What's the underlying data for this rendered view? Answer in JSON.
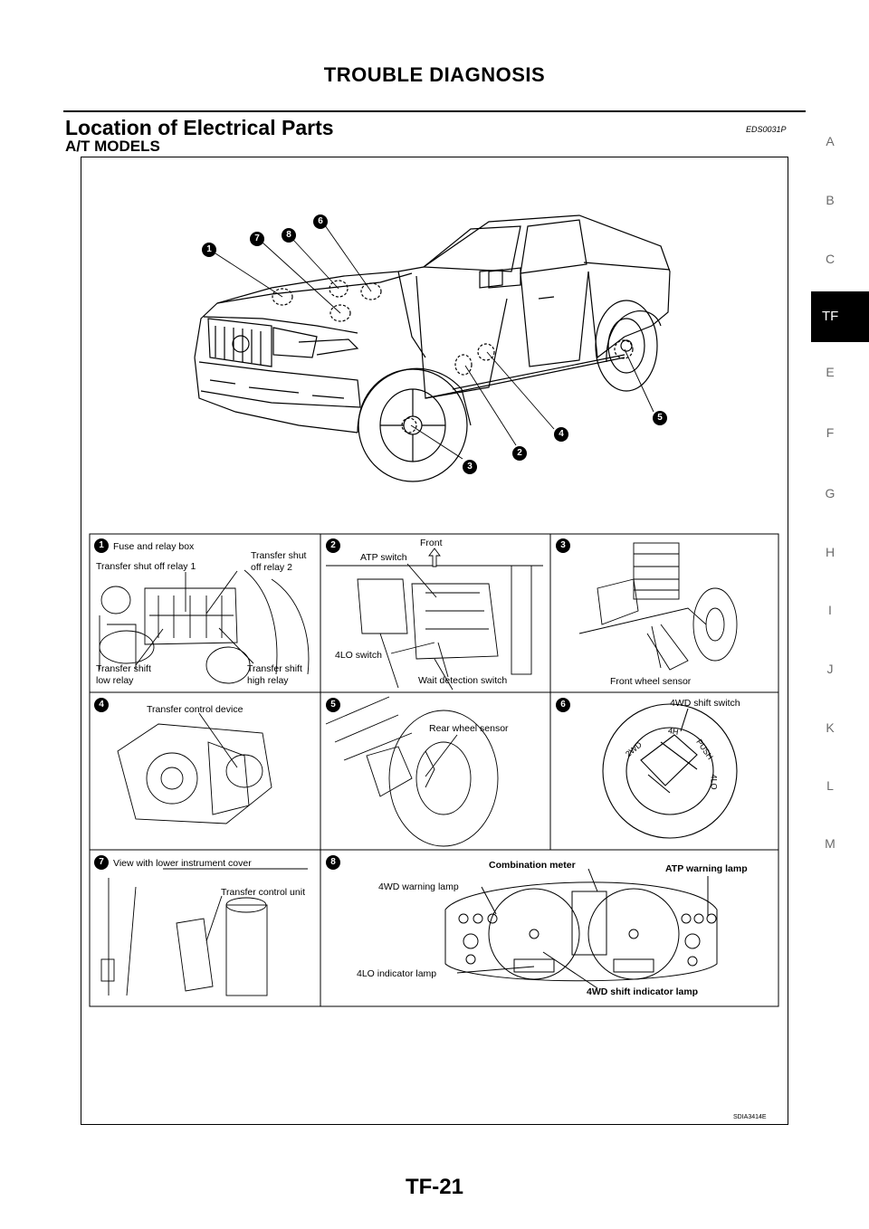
{
  "header": {
    "title": "TROUBLE DIAGNOSIS"
  },
  "section": {
    "title": "Location of Electrical Parts",
    "code": "EDS0031P",
    "subtitle": "A/T MODELS"
  },
  "side_tabs": [
    "A",
    "B",
    "C",
    "TF",
    "E",
    "F",
    "G",
    "H",
    "I",
    "J",
    "K",
    "L",
    "M"
  ],
  "active_tab": "TF",
  "figure": {
    "code": "SDIA3414E",
    "callouts": [
      "1",
      "2",
      "3",
      "4",
      "5",
      "6",
      "7",
      "8"
    ],
    "panels": [
      {
        "num": "1",
        "labels": [
          "Fuse and relay box",
          "Transfer shut off relay 1",
          "Transfer shut",
          "off relay 2",
          "Transfer shift",
          "low relay",
          "Transfer shift",
          "high relay"
        ]
      },
      {
        "num": "2",
        "labels": [
          "Front",
          "ATP switch",
          "4LO switch",
          "Wait detection switch"
        ]
      },
      {
        "num": "3",
        "labels": [
          "Front wheel sensor"
        ]
      },
      {
        "num": "4",
        "labels": [
          "Transfer control device"
        ]
      },
      {
        "num": "5",
        "labels": [
          "Rear wheel sensor"
        ]
      },
      {
        "num": "6",
        "labels": [
          "4WD shift switch"
        ],
        "switch_marks": [
          "2WD",
          "4H",
          "PUSH",
          "4LO"
        ]
      },
      {
        "num": "7",
        "labels": [
          "View with lower instrument cover",
          "Transfer control unit"
        ]
      },
      {
        "num": "8",
        "labels": [
          "Combination meter",
          "4WD warning lamp",
          "ATP warning lamp",
          "4LO indicator lamp",
          "4WD shift indicator lamp"
        ]
      }
    ]
  },
  "footer": {
    "page": "TF-21"
  }
}
